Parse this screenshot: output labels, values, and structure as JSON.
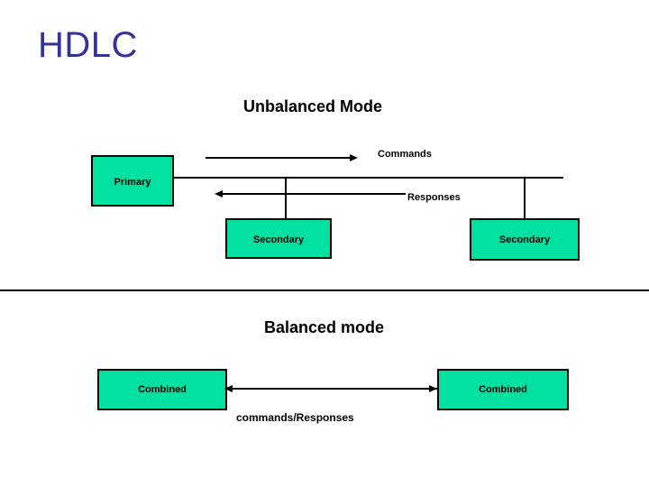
{
  "slide": {
    "title": "HDLC",
    "title_color": "#333399",
    "background": "#ffffff"
  },
  "theme": {
    "node_fill": "#00E0A0",
    "node_border": "#000000",
    "line_color": "#000000",
    "text_color": "#000000"
  },
  "sections": {
    "unbalanced": {
      "heading": "Unbalanced Mode",
      "nodes": [
        {
          "id": "primary",
          "label": "Primary"
        },
        {
          "id": "secondary-1",
          "label": "Secondary"
        },
        {
          "id": "secondary-2",
          "label": "Secondary"
        }
      ],
      "edges": [
        {
          "id": "commands",
          "label": "Commands",
          "direction": "right"
        },
        {
          "id": "responses",
          "label": "Responses",
          "direction": "left"
        }
      ]
    },
    "balanced": {
      "heading": "Balanced mode",
      "nodes": [
        {
          "id": "combined-1",
          "label": "Combined"
        },
        {
          "id": "combined-2",
          "label": "Combined"
        }
      ],
      "edges": [
        {
          "id": "commands-responses",
          "label": "commands/Responses",
          "direction": "both"
        }
      ]
    }
  }
}
